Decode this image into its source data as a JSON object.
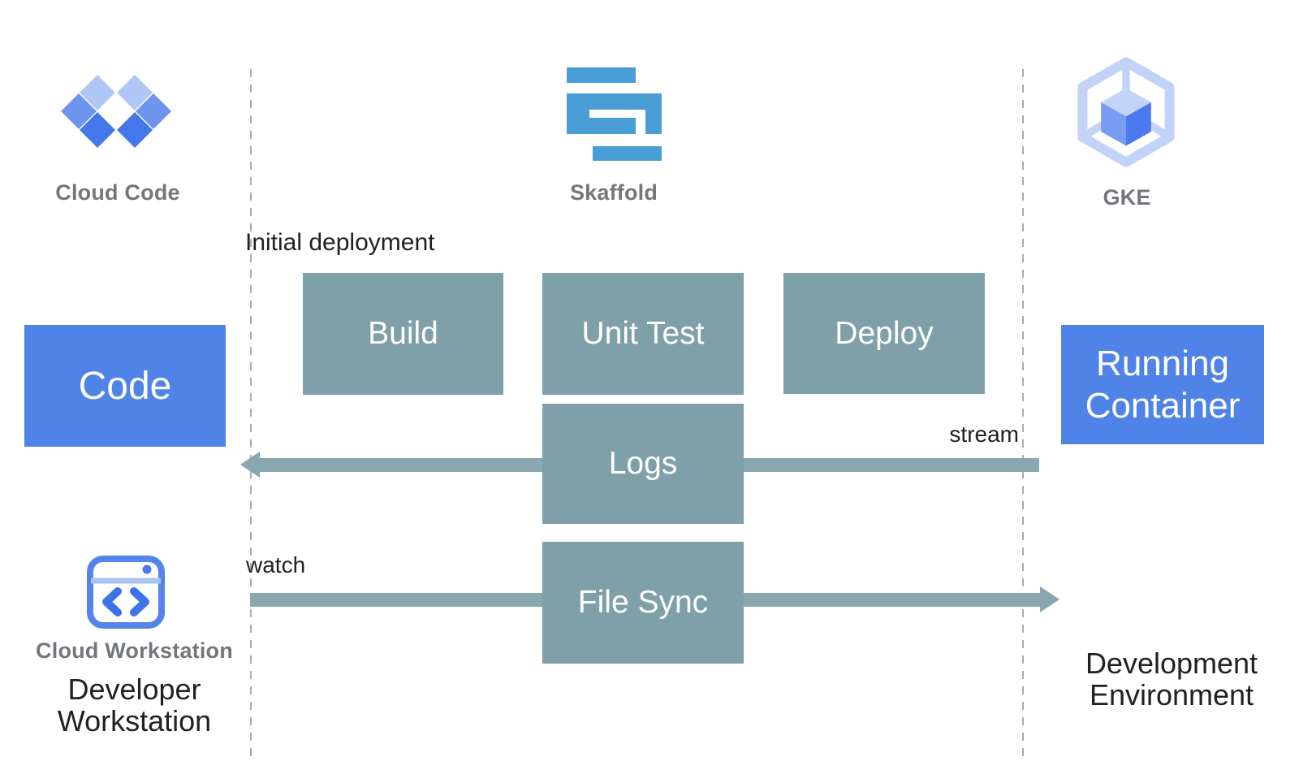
{
  "header_icons": {
    "cloud_code": {
      "label": "Cloud Code"
    },
    "skaffold": {
      "label": "Skaffold"
    },
    "gke": {
      "label": "GKE"
    }
  },
  "pipeline": {
    "initial_deployment_label": "Initial deployment",
    "build": "Build",
    "unit_test": "Unit Test",
    "deploy": "Deploy",
    "logs": "Logs",
    "file_sync": "File Sync"
  },
  "endpoints": {
    "code": "Code",
    "running_container": "Running Container"
  },
  "arrows": {
    "stream_label": "stream",
    "watch_label": "watch"
  },
  "footer": {
    "cloud_workstation_label": "Cloud Workstation",
    "developer_workstation_label": "Developer Workstation",
    "development_environment_label": "Development Environment"
  },
  "colors": {
    "blue_box": "#4F83E8",
    "teal_box": "#7FA0A8",
    "arrow": "#88A7AE",
    "dashed_line": "#A8ADB2",
    "gray_label": "#73777B",
    "black_text": "#202124",
    "skaffold_blue": "#4A9ED6",
    "cloud_code_light": "#AFC7F6",
    "cloud_code_medium": "#6E95EE",
    "cloud_code_dark": "#4377EA",
    "gke_light": "#C3D3F8",
    "gke_left_face": "#7A9BF2",
    "gke_right_face": "#4A79F0",
    "workstation_border": "#5484EB",
    "workstation_accent": "#3D73E8"
  }
}
